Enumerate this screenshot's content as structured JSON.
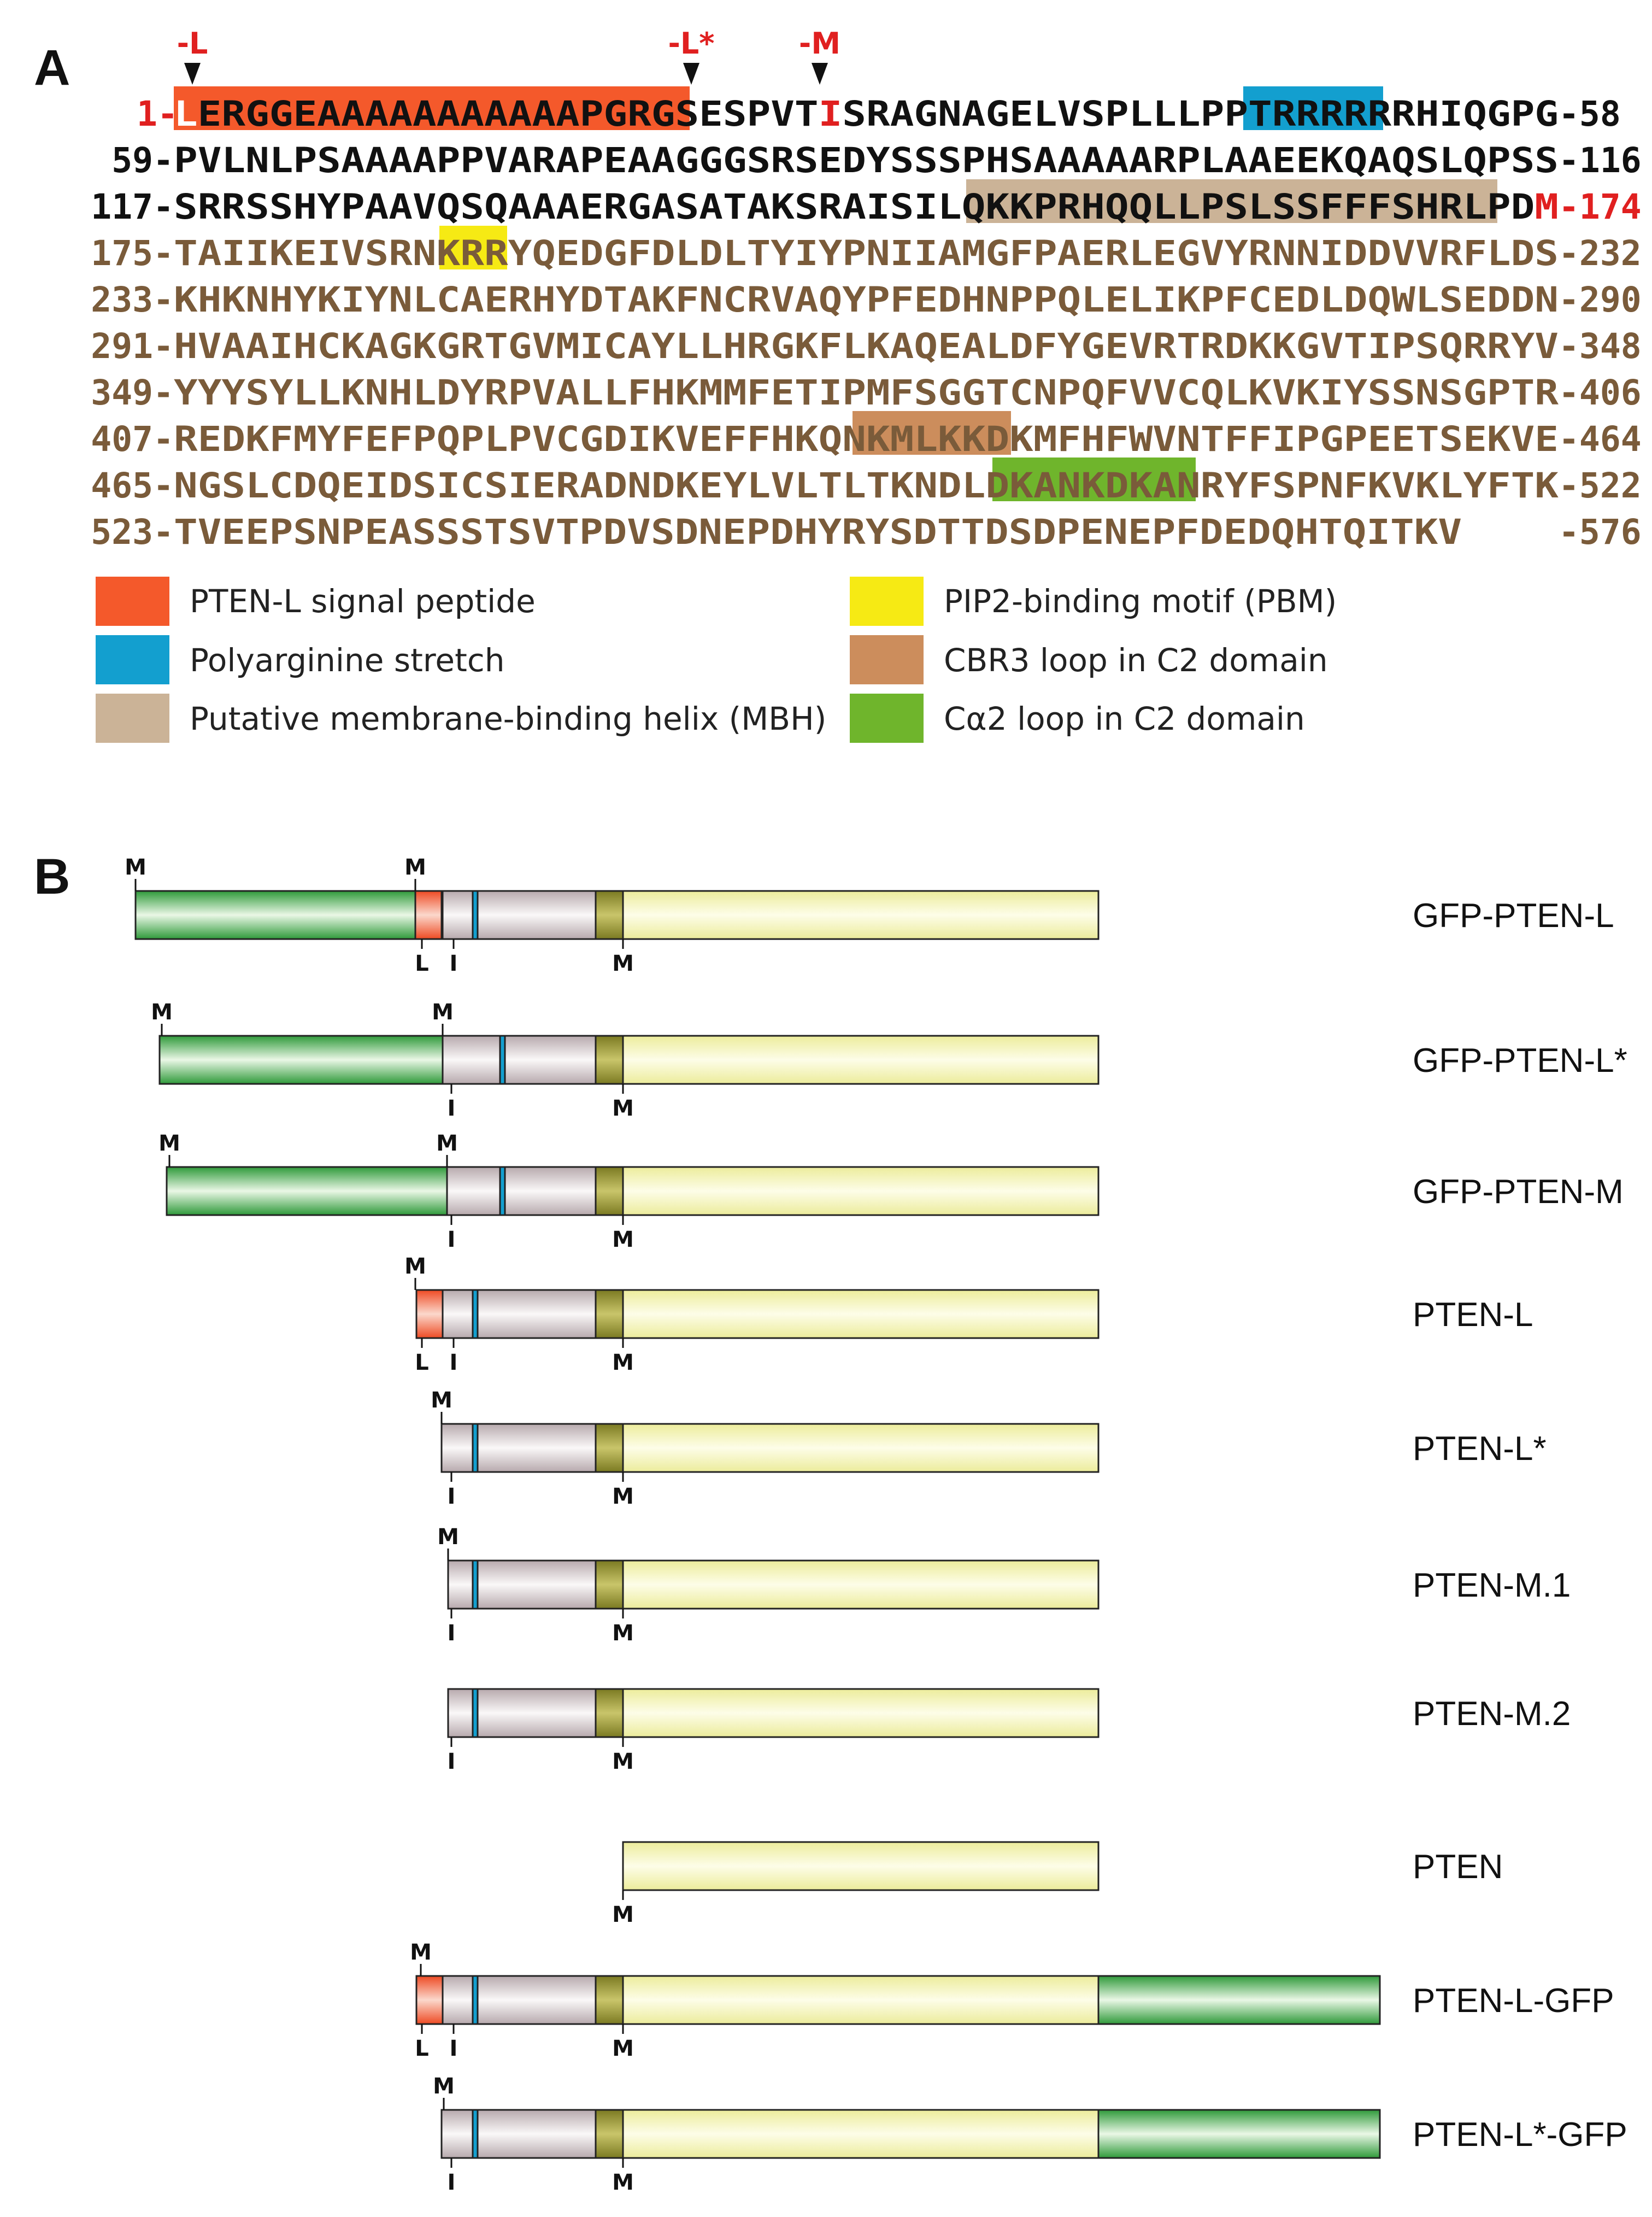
{
  "panel_a": {
    "label": "A",
    "markers": [
      {
        "text": "-L"
      },
      {
        "text": "-L*"
      },
      {
        "text": "-M"
      }
    ],
    "sequence_lines": [
      {
        "num": "1-",
        "tail": "-58",
        "color": "#111111"
      },
      {
        "num": "59-",
        "tail": "-116",
        "color": "#111111"
      },
      {
        "num": "117-",
        "tail": "-174",
        "color": "#111111"
      },
      {
        "num": "175-",
        "tail": "-232",
        "color": "#7a5b3a"
      },
      {
        "num": "233-",
        "tail": "-290",
        "color": "#7a5b3a"
      },
      {
        "num": "291-",
        "tail": "-348",
        "color": "#7a5b3a"
      },
      {
        "num": "349-",
        "tail": "-406",
        "color": "#7a5b3a"
      },
      {
        "num": "407-",
        "tail": "-464",
        "color": "#7a5b3a"
      },
      {
        "num": "465-",
        "tail": "-522",
        "color": "#7a5b3a"
      },
      {
        "num": "523-",
        "tail": "-576",
        "color": "#7a5b3a"
      }
    ],
    "sequences": [
      "LERGGEAAAAAAAAAAAPGRGSESPVTISRAGNAGELVSPLLLPPTRRRRRRHIQGPG",
      "PVLNLPSAAAAPPVARAPEAAGGGSRSEDYSSSPHSAAAAARPLAAEEKQAQSLQPSS",
      "SRRSSHYPAAVQSQAAAERGASATAKSRAISILQKKPRHQQLLPSLSSFFFSHRLPDM",
      "TAIIKEIVSRNKRRYQEDGFDLDLTYIYPNIIAMGFPAERLEGVYRNNIDDVVRFLDS",
      "KHKNHYKIYNLCAERHYDTAKFNCRVAQYPFEDHNPPQLELIKPFCEDLDQWLSEDDN",
      "HVAAIHCKAGKGRTGVMICAYLLHRGKFLKAQEALDFYGEVRTRDKKGVTIPSQRRYV",
      "YYYSYLLKNHLDYRPVALLFHKMMFETIPMFSGGTCNPQFVVCQLKVKIYSSNSGPTR",
      "REDKFMYFEFPQPLPVCGDIKVEFFHKQNKMLKKDKMFHFWVNTFFIPGPEETSEKVE",
      "NGSLCDQEIDSICSIERADNDKEYLVLTLTKNDLDKANKDKANRYFSPNFKVKLYFTK",
      "TVEEPSNPEASSSTSVTPDVSDNEPDHYRYSDTTDSDPENEPFDEDQHTQITKV"
    ],
    "legend": [
      {
        "color": "#f4592b",
        "label": "PTEN-L signal peptide"
      },
      {
        "color": "#139fcf",
        "label": "Polyarginine stretch"
      },
      {
        "color": "#cbb397",
        "label": "Putative membrane-binding helix (MBH)"
      },
      {
        "color": "#f6ea14",
        "label": "PIP2-binding motif (PBM)"
      },
      {
        "color": "#cc8d5c",
        "label": "CBR3 loop in C2 domain"
      },
      {
        "color": "#6fb52c",
        "label": "Cα2 loop in C2 domain"
      }
    ]
  },
  "panel_b": {
    "label": "B",
    "constructs": [
      {
        "name": "GFP-PTEN-L",
        "top_labels": [
          "M",
          "M"
        ],
        "bottom_labels": [
          "L",
          "I",
          "M"
        ]
      },
      {
        "name": "GFP-PTEN-L*",
        "top_labels": [
          "M",
          "M"
        ],
        "bottom_labels": [
          "I",
          "M"
        ]
      },
      {
        "name": "GFP-PTEN-M",
        "top_labels": [
          "M",
          "M"
        ],
        "bottom_labels": [
          "I",
          "M"
        ]
      },
      {
        "name": "PTEN-L",
        "top_labels": [
          "M"
        ],
        "bottom_labels": [
          "L",
          "I",
          "M"
        ]
      },
      {
        "name": "PTEN-L*",
        "top_labels": [
          "M"
        ],
        "bottom_labels": [
          "I",
          "M"
        ]
      },
      {
        "name": "PTEN-M.1",
        "top_labels": [
          "M"
        ],
        "bottom_labels": [
          "I",
          "M"
        ]
      },
      {
        "name": "PTEN-M.2",
        "top_labels": [],
        "bottom_labels": [
          "I",
          "M"
        ]
      },
      {
        "name": "PTEN",
        "top_labels": [],
        "bottom_labels": [
          "M"
        ]
      },
      {
        "name": "PTEN-L-GFP",
        "top_labels": [
          "M"
        ],
        "bottom_labels": [
          "L",
          "I",
          "M"
        ]
      },
      {
        "name": "PTEN-L*-GFP",
        "top_labels": [
          "M"
        ],
        "bottom_labels": [
          "I",
          "M"
        ]
      }
    ]
  }
}
